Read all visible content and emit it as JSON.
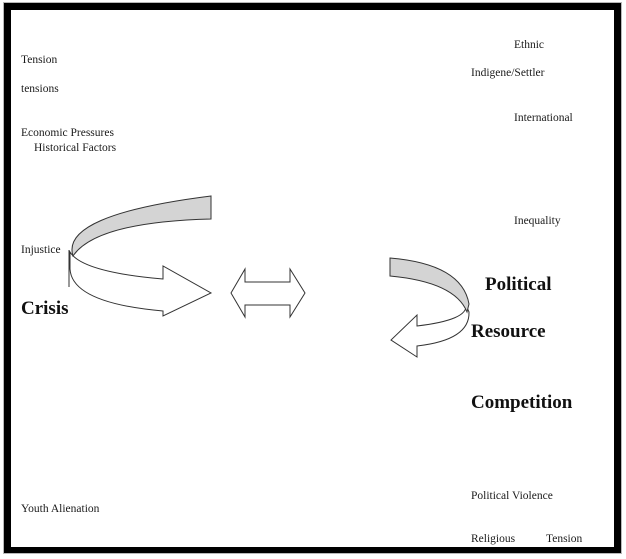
{
  "diagram": {
    "left_factors": {
      "tension": "Tension",
      "tensions": "tensions",
      "economic_pressures": "Economic Pressures",
      "historical_factors": "Historical Factors",
      "injustice": "Injustice",
      "youth_alienation": "Youth Alienation"
    },
    "right_factors": {
      "ethnic": "Ethnic",
      "indigene_settler": "Indigene/Settler",
      "international": "International",
      "inequality": "Inequality",
      "political_violence": "Political Violence",
      "religious": "Religious",
      "tension": "Tension"
    },
    "left_core": "Crisis",
    "right_core": [
      "Political",
      "Resource",
      "Competition"
    ],
    "connectors": {
      "left_arrow": "curved-arrow-right",
      "center_arrow": "double-headed-arrow",
      "right_arrow": "curved-arrow-left"
    },
    "colors": {
      "frame": "#000000",
      "band_fill": "#d4d4d4",
      "arrow_fill": "#ffffff",
      "stroke": "#333333"
    }
  }
}
